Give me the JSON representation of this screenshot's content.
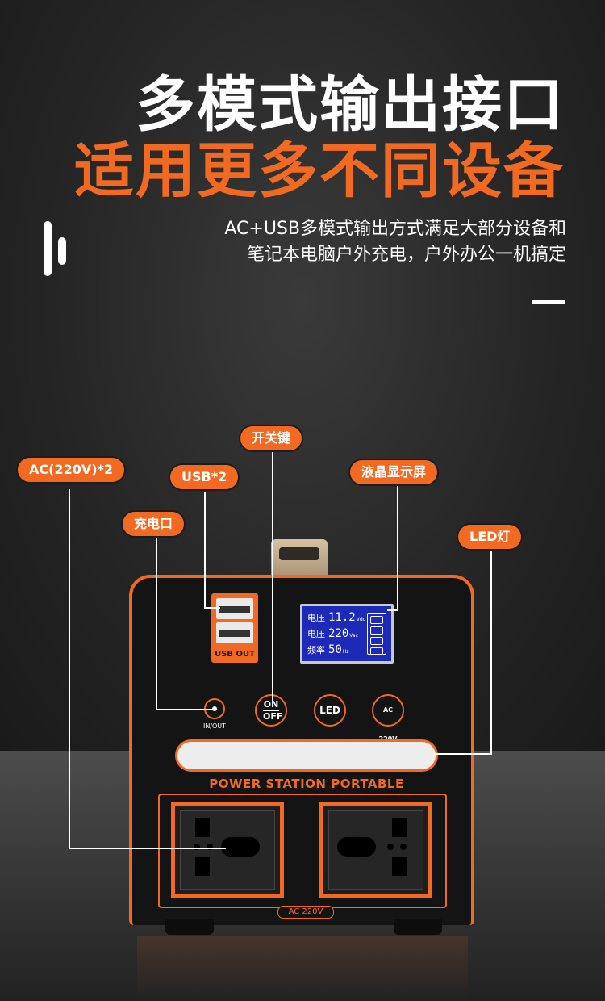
{
  "headline": {
    "line1": "多模式输出接口",
    "line2": "适用更多不同设备"
  },
  "description": {
    "line1": "AC+USB多模式输出方式满足大部分设备和",
    "line2": "笔记本电脑户外充电，户外办公一机搞定"
  },
  "callouts": {
    "ac_output": "AC(220V)*2",
    "usb": "USB*2",
    "power_switch": "开关键",
    "charge_port": "充电口",
    "lcd": "液晶显示屏",
    "led": "LED灯"
  },
  "device": {
    "usb_label": "USB OUT",
    "lcd_rows": [
      {
        "label": "电压",
        "value": "11.2",
        "unit": "Vdc"
      },
      {
        "label": "电压",
        "value": "220",
        "unit": "Vac"
      },
      {
        "label": "频率",
        "value": "50",
        "unit": "Hz"
      }
    ],
    "inout_label": "IN/OUT",
    "btn_on": "ON",
    "btn_off": "OFF",
    "btn_led": "LED",
    "btn_ac": "AC 220V",
    "brand": "POWER STATION PORTABLE",
    "ac_badge": "AC  220V"
  },
  "colors": {
    "accent": "#f26a21",
    "lcd_blue": "#1d2ab8"
  }
}
